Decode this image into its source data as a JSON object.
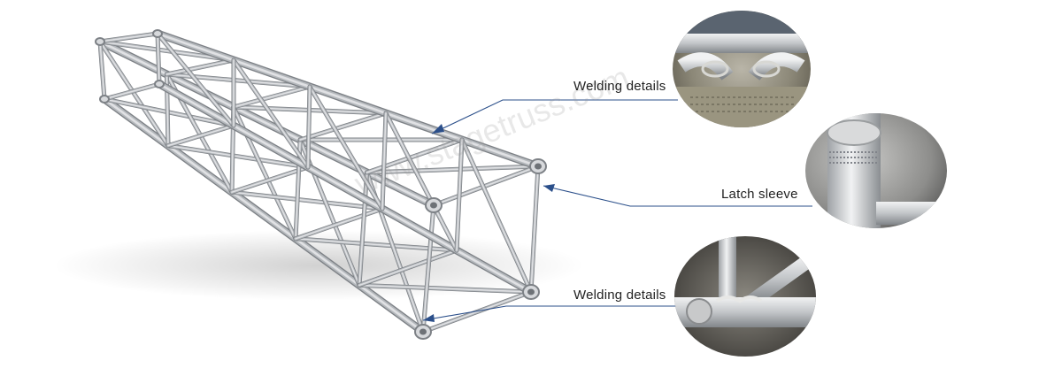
{
  "callouts": {
    "weld_top": "Welding details",
    "latch": "Latch sleeve",
    "weld_bottom": "Welding details"
  },
  "watermark": "www.stagetruss.com",
  "colors": {
    "tube_light": "#e4e6e8",
    "tube_mid": "#b4b8bc",
    "tube_dark": "#7d8186",
    "leader_line": "#2b4f8a"
  }
}
